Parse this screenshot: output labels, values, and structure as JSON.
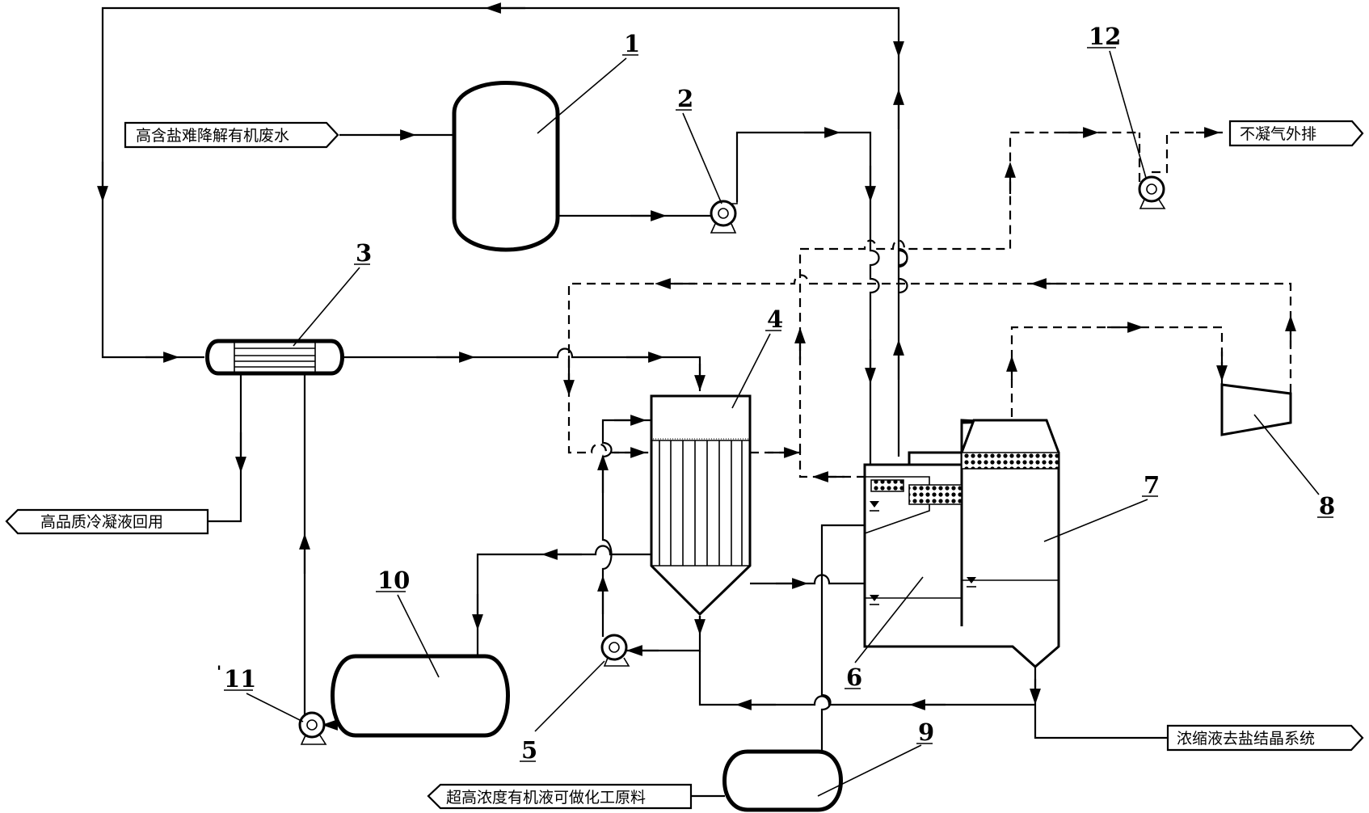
{
  "streams": {
    "feed_in": "高含盐难降解有机废水",
    "vent_out": "不凝气外排",
    "condensate_out": "高品质冷凝液回用",
    "concentrate_out": "浓缩液去盐结晶系统",
    "organic_out": "超高浓度有机液可做化工原料"
  },
  "equipment_numbers": {
    "n1": "1",
    "n2": "2",
    "n3": "3",
    "n4": "4",
    "n5": "5",
    "n6": "6",
    "n7": "7",
    "n8": "8",
    "n9": "9",
    "n10": "10",
    "n11": "11",
    "n12": "12"
  },
  "tick_mark": "'"
}
